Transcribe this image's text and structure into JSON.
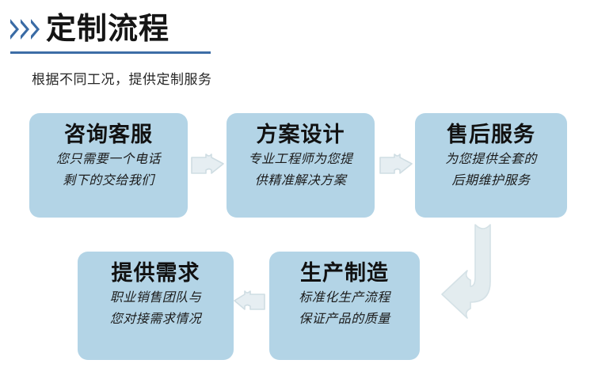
{
  "header": {
    "chevron_icon": "triple-chevron-right-icon",
    "chevron_count": 3,
    "title": "定制流程",
    "subtitle": "根据不同工况，提供定制服务",
    "accent_color": "#3a6ba5",
    "underline_color": "#3d6da6"
  },
  "theme": {
    "card_fill": "#b3d4e6",
    "arrow_fill": "#dfe9ed",
    "arrow_stroke": "#cfdde3",
    "title_color": "#111111",
    "page_background": "#ffffff"
  },
  "flow": {
    "steps": [
      {
        "id": "step-1",
        "title": "咨询客服",
        "desc_line1": "您只需要一个电话",
        "desc_line2": "剩下的交给我们"
      },
      {
        "id": "step-2",
        "title": "方案设计",
        "desc_line1": "专业工程师为您提",
        "desc_line2": "供精准解决方案"
      },
      {
        "id": "step-3",
        "title": "售后服务",
        "desc_line1": "为您提供全套的",
        "desc_line2": "后期维护服务"
      },
      {
        "id": "step-4",
        "title": "提供需求",
        "desc_line1": "职业销售团队与",
        "desc_line2": "您对接需求情况"
      },
      {
        "id": "step-5",
        "title": "生产制造",
        "desc_line1": "标准化生产流程",
        "desc_line2": "保证产品的质量"
      }
    ],
    "connectors": [
      {
        "id": "connector-1",
        "icon": "arrow-right-icon",
        "from": "step-1",
        "to": "step-2"
      },
      {
        "id": "connector-2",
        "icon": "arrow-right-icon",
        "from": "step-2",
        "to": "step-3"
      },
      {
        "id": "connector-3",
        "icon": "arrow-curve-down-left-icon",
        "from": "step-3",
        "to": "step-5"
      },
      {
        "id": "connector-4",
        "icon": "arrow-left-icon",
        "from": "step-5",
        "to": "step-4"
      }
    ]
  }
}
